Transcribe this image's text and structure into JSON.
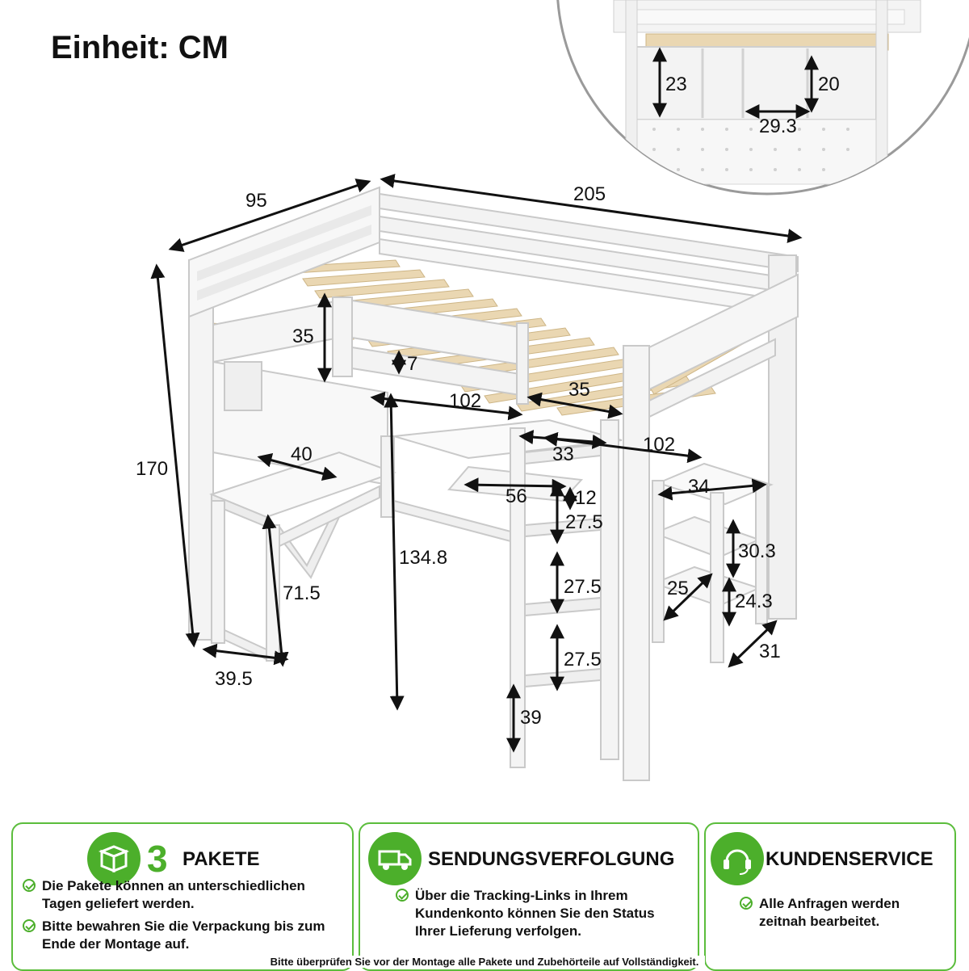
{
  "unit_label": "Einheit: CM",
  "dimensions": {
    "width": "95",
    "length": "205",
    "total_height": "170",
    "guard_rail_height": "35",
    "slat_gap": "7",
    "guard_rail_length": "102",
    "entry_opening": "35",
    "side_length": "102",
    "ladder_width": "33",
    "desk_depth": "40",
    "keyboard_tray_width": "56",
    "keyboard_tray_height": "12",
    "rung_spacing_top": "27.5",
    "rung_spacing_mid": "27.5",
    "rung_spacing_low": "27.5",
    "ladder_bottom": "39",
    "under_bed_clearance": "134.8",
    "desk_height": "71.5",
    "desk_leg_depth": "39.5",
    "shelf_width": "34",
    "shelf_spacing_top": "30.3",
    "shelf_spacing_low": "24.3",
    "shelf_depth": "25",
    "shelf_base_depth": "31",
    "cubby_height_left": "23",
    "cubby_height_right": "20",
    "cubby_width": "29.3"
  },
  "colors": {
    "accent": "#4caf2b",
    "panel_border": "#5bbd3c",
    "frame": "#f2f2f2",
    "slat": "#ead7b2"
  },
  "panels": [
    {
      "icon": "box-icon",
      "number": "3",
      "title": "PAKETE",
      "items": [
        "Die Pakete können an unterschiedlichen Tagen geliefert werden.",
        "Bitte bewahren Sie die Verpackung bis zum Ende der Montage auf."
      ]
    },
    {
      "icon": "truck-icon",
      "title": "SENDUNGSVERFOLGUNG",
      "items": [
        "Über die Tracking-Links in Ihrem Kundenkonto können Sie den Status Ihrer Lieferung verfolgen."
      ]
    },
    {
      "icon": "headset-icon",
      "title": "KUNDENSERVICE",
      "items": [
        "Alle Anfragen werden zeitnah bearbeitet."
      ]
    }
  ],
  "footer_note": "Bitte überprüfen Sie vor der Montage alle Pakete und Zubehörteile auf Vollständigkeit."
}
